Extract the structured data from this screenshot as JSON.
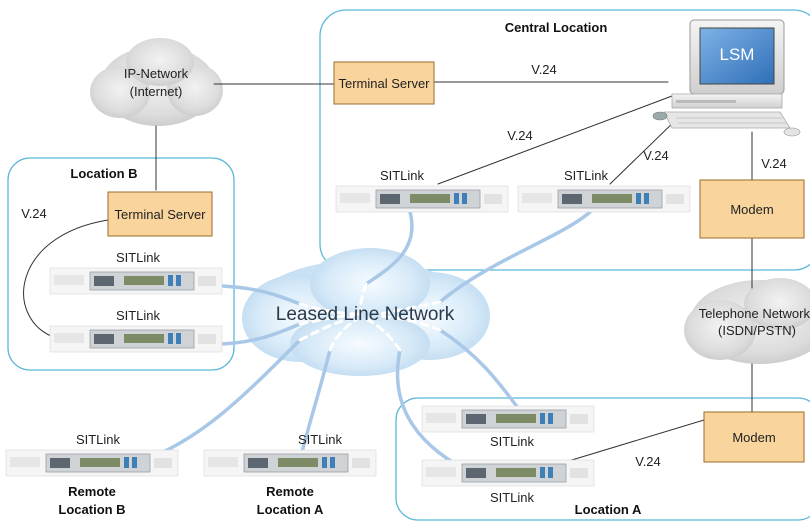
{
  "locations": {
    "central": "Central Location",
    "location_b": "Location B",
    "location_a": "Location A",
    "remote_b": [
      "Remote",
      "Location B"
    ],
    "remote_a": [
      "Remote",
      "Location A"
    ]
  },
  "clouds": {
    "ip_network": [
      "IP-Network",
      "(Internet)"
    ],
    "leased_line": "Leased Line Network",
    "telephone": [
      "Telephone Network",
      "(ISDN/PSTN)"
    ]
  },
  "devices": {
    "terminal_server": "Terminal Server",
    "modem": "Modem",
    "lsm": "LSM",
    "sitlink": "SITLink"
  },
  "links": {
    "v24": "V.24"
  },
  "colors": {
    "frame": "#5bb8d8",
    "device_fill": "#f9d49c",
    "device_stroke": "#9a6b2a",
    "leased_link": "#a9c8e8"
  }
}
